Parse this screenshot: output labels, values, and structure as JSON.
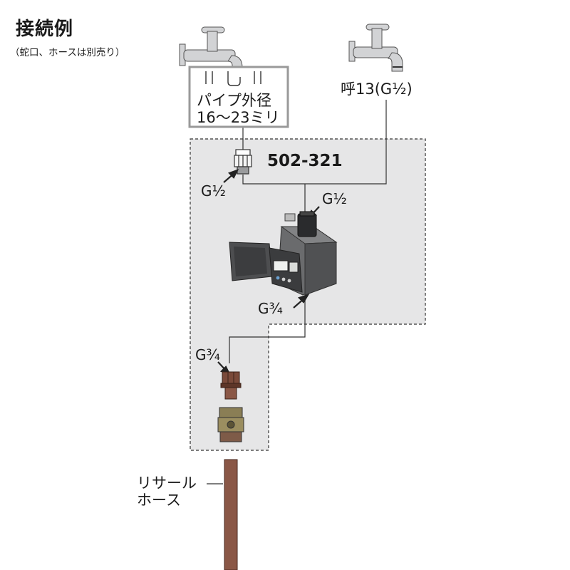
{
  "header": {
    "title": "接続例",
    "note": "（蛇口、ホースは別売り）"
  },
  "labels": {
    "pipe_line1": "パイプ外径",
    "pipe_line2": "16〜23ミリ",
    "yobi": "呼13(G½)",
    "model": "502-321",
    "g_half_left": "G½",
    "g_half_top": "G½",
    "g_3_4_timer": "G¾",
    "g_3_4_hose": "G¾",
    "hose_line1": "リサール",
    "hose_line2": "ホース"
  },
  "colors": {
    "group_fill": "#e6e6e7",
    "group_border": "#333333",
    "timer_body": "#5b5c5e",
    "timer_dark": "#2d2e30",
    "faucet": "#cfd0d2",
    "brass_brown": "#7a4a3a",
    "coupler_olive": "#8a7e55",
    "hose_brown": "#8a5746"
  }
}
